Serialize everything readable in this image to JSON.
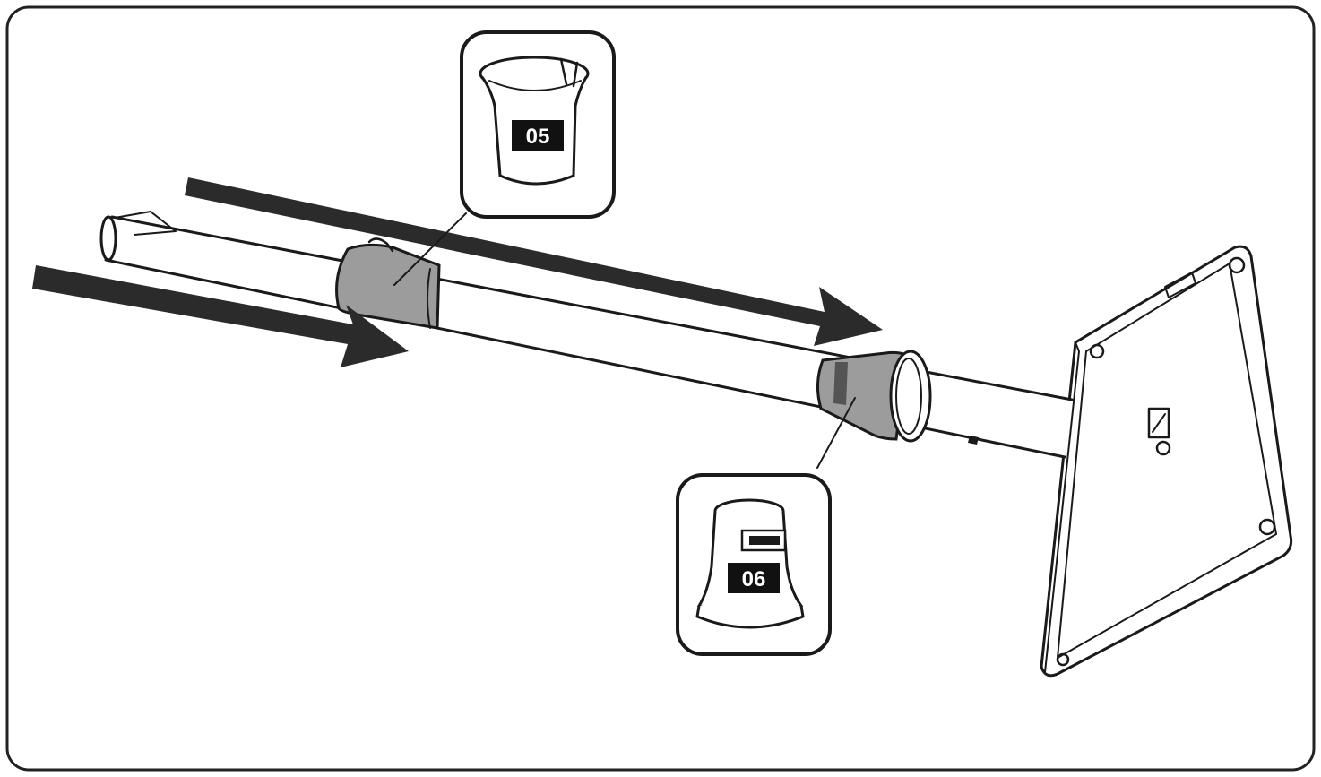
{
  "diagram": {
    "parts": [
      {
        "id": "part-05",
        "label": "05",
        "description_icon": "bottom-sleeve-icon"
      },
      {
        "id": "part-06",
        "label": "06",
        "description_icon": "top-collar-icon"
      }
    ],
    "colors": {
      "ink": "#1a1a1a",
      "sleeve_fill": "#9c9c9c",
      "arrow_fill": "#2b2b2b",
      "frame": "#222222"
    }
  }
}
